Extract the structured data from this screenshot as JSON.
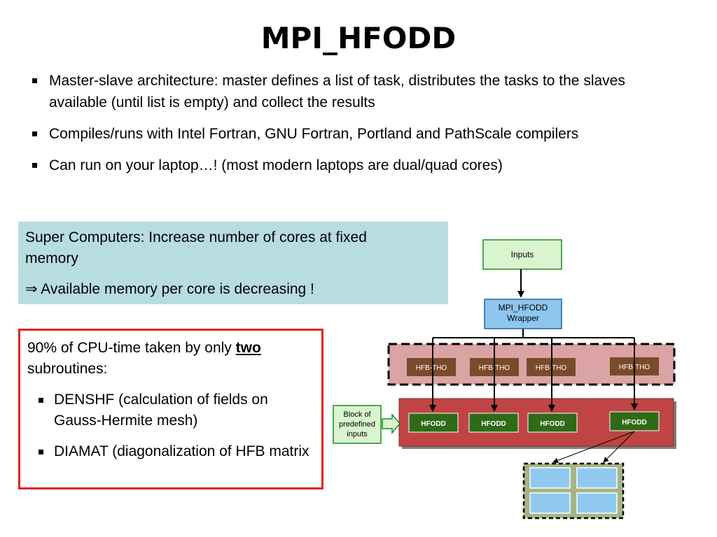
{
  "title": "MPI_HFODD",
  "bullets": [
    "Master-slave architecture: master defines a list of task, distributes the tasks to the slaves available (until list is empty) and collect the results",
    "Compiles/runs with Intel Fortran, GNU Fortran, Portland and PathScale compilers",
    "Can run on your laptop…! (most modern laptops are dual/quad cores)"
  ],
  "blue_box": {
    "line1": "Super Computers: Increase number of cores at fixed memory",
    "line2": "⇒ Available memory per core is decreasing !"
  },
  "red_box": {
    "intro_prefix": "90% of CPU-time taken by only ",
    "intro_bold": "two",
    "intro_suffix": " subroutines:",
    "items": [
      "DENSHF (calculation of fields on Gauss-Hermite mesh)",
      "DIAMAT (diagonalization of HFB matrix"
    ]
  },
  "diagram": {
    "inputs": "Inputs",
    "wrapper_line1": "MPI_HFODD",
    "wrapper_line2": "Wrapper",
    "hfbtho": [
      "HFB-THO",
      "HFB-THO",
      "HFB-THO",
      "HFB-THO"
    ],
    "hfodd": [
      "HFODD",
      "HFODD",
      "HFODD",
      "HFODD"
    ],
    "block_lines": [
      "Block of",
      "predefined",
      "inputs"
    ],
    "colors": {
      "green_box": "#d9f5cf",
      "blue_box": "#8ec6ef",
      "pink_region": "#dba3a3",
      "red_region": "#c04444",
      "brown_box": "#7a4b2a",
      "dark_green_box": "#2f6a17",
      "olive_region": "#a5b584",
      "cell_blue": "#8fc9ef"
    }
  }
}
